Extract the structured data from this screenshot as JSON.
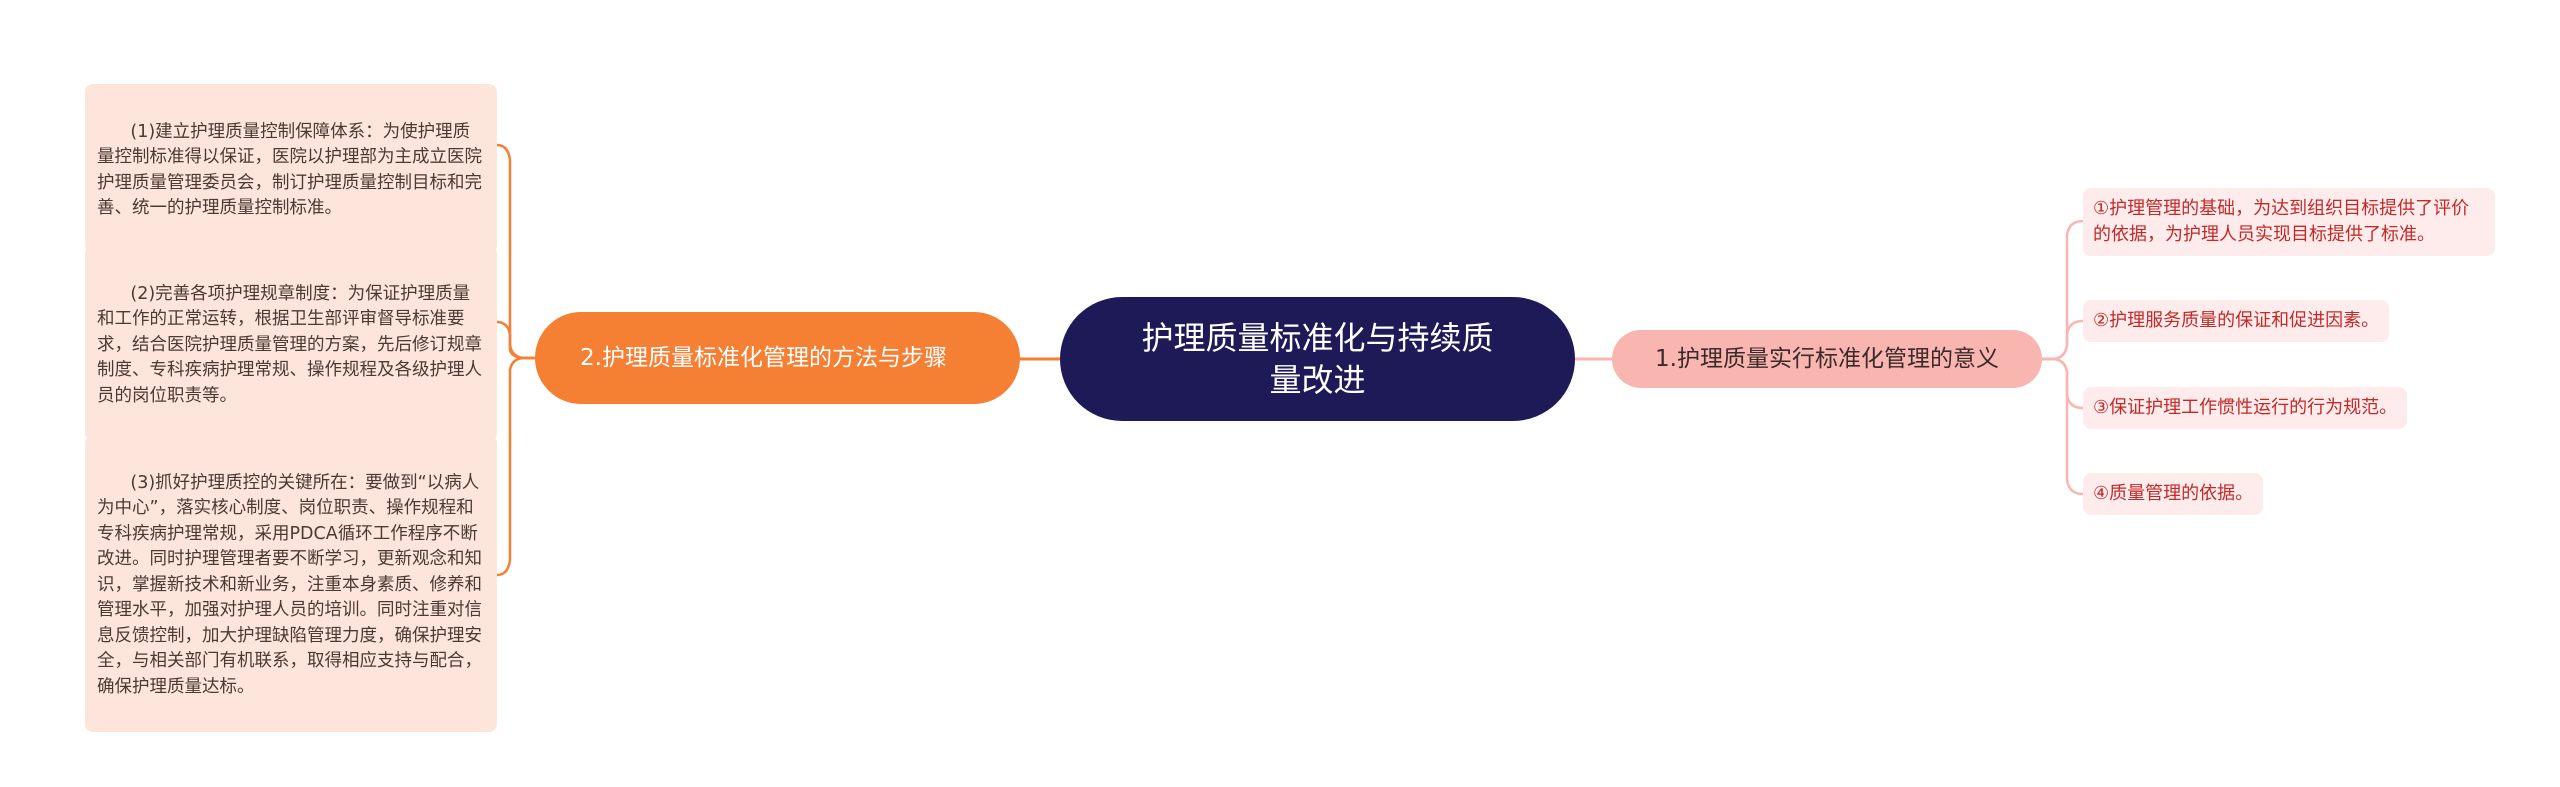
{
  "root": {
    "label": "护理质量标准化与持续质量改进"
  },
  "branches": {
    "left": {
      "label": "2.护理质量标准化管理的方法与步骤",
      "children": [
        "  (1)建立护理质量控制保障体系：为使护理质量控制标准得以保证，医院以护理部为主成立医院护理质量管理委员会，制订护理质量控制目标和完善、统一的护理质量控制标准。",
        "  (2)完善各项护理规章制度：为保证护理质量和工作的正常运转，根据卫生部评审督导标准要求，结合医院护理质量管理的方案，先后修订规章制度、专科疾病护理常规、操作规程及各级护理人员的岗位职责等。",
        "  (3)抓好护理质控的关键所在：要做到“以病人为中心”，落实核心制度、岗位职责、操作规程和专科疾病护理常规，采用PDCA循环工作程序不断改进。同时护理管理者要不断学习，更新观念和知识，掌握新技术和新业务，注重本身素质、修养和管理水平，加强对护理人员的培训。同时注重对信息反馈控制，加大护理缺陷管理力度，确保护理安全，与相关部门有机联系，取得相应支持与配合，确保护理质量达标。"
      ]
    },
    "right": {
      "label": "1.护理质量实行标准化管理的意义",
      "children": [
        "①护理管理的基础，为达到组织目标提供了评价的依据，为护理人员实现目标提供了标准。",
        "②护理服务质量的保证和促进因素。",
        "③保证护理工作惯性运行的行为规范。",
        "④质量管理的依据。"
      ]
    }
  },
  "colors": {
    "root_fill": "#1d1a57",
    "left_branch_fill": "#f57f33",
    "left_leaf_fill": "#fde5dc",
    "right_branch_fill": "#f9b6b0",
    "right_leaf_fill": "#fdeceb",
    "right_leaf_text": "#c22a2a"
  }
}
